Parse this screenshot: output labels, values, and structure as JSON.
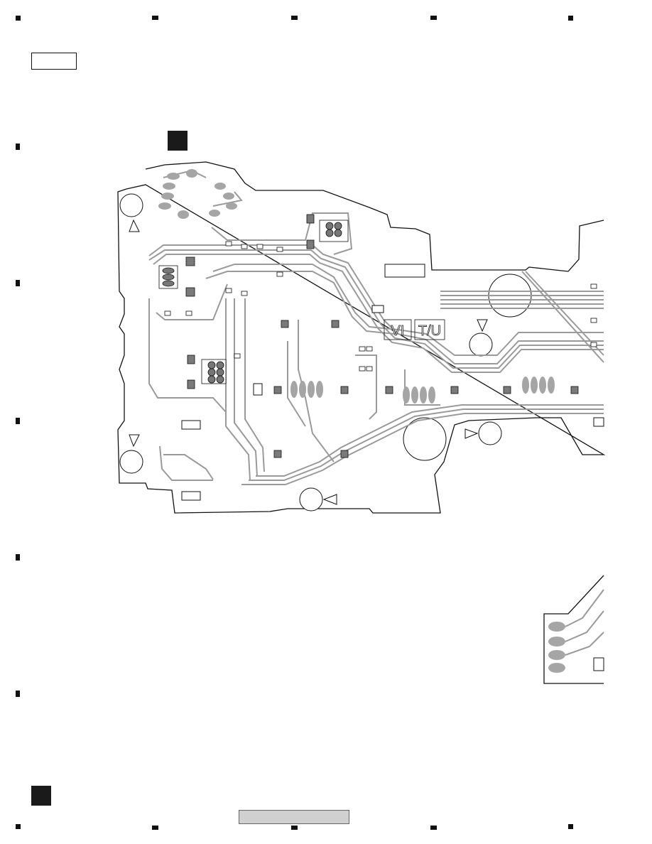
{
  "board": {
    "silk_labels": [
      {
        "id": "vi",
        "text": "VI"
      },
      {
        "id": "tu",
        "text": "T/U"
      }
    ]
  },
  "colors": {
    "trace": "#9a9a9a",
    "outline": "#111111",
    "marker": "#1a1a1a",
    "pad_fill": "#7a7a7a"
  }
}
